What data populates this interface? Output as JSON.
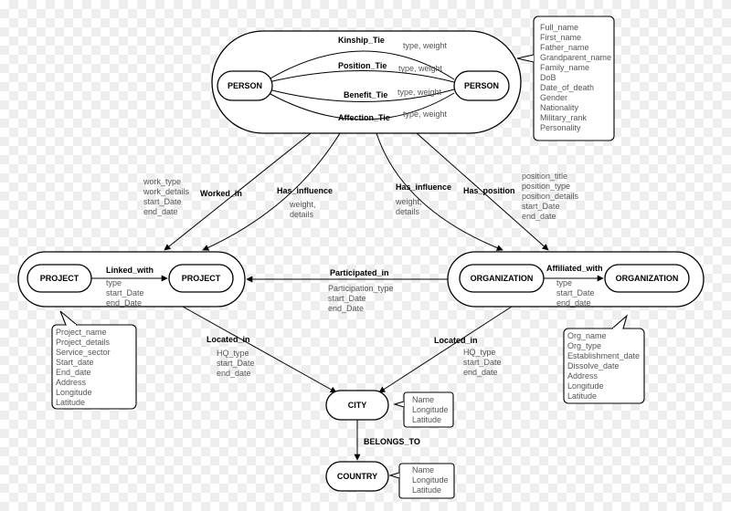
{
  "nodes": {
    "person_left": "PERSON",
    "person_right": "PERSON",
    "project_left": "PROJECT",
    "project_right": "PROJECT",
    "org_left": "ORGANIZATION",
    "org_right": "ORGANIZATION",
    "city": "CITY",
    "country": "COUNTRY"
  },
  "person_ties": [
    {
      "name": "Kinship_Tie",
      "attrs": "type, weight"
    },
    {
      "name": "Position_Tie",
      "attrs": "type, weight"
    },
    {
      "name": "Benefit_Tie",
      "attrs": "type, weight"
    },
    {
      "name": "Affection_Tie",
      "attrs": "type, weight"
    }
  ],
  "person_attributes": [
    "Full_name",
    "First_name",
    "Father_name",
    "Grandparent_name",
    "Family_name",
    "DoB",
    "Date_of_death",
    "Gender",
    "Nationality",
    "Military_rank",
    "Personality"
  ],
  "project_attributes": [
    "Project_name",
    "Project_details",
    "Service_sector",
    "Start_date",
    "End_date",
    "Address",
    "Longitude",
    "Latitude"
  ],
  "org_attributes": [
    "Org_name",
    "Org_type",
    "Establishment_date",
    "Dissolve_date",
    "Address",
    "Longitude",
    "Latitude"
  ],
  "city_attributes": [
    "Name",
    "Longitude",
    "Latitude"
  ],
  "country_attributes": [
    "Name",
    "Longitude",
    "Latitude"
  ],
  "edges": {
    "worked_in": {
      "label": "Worked_in",
      "attrs": [
        "work_type",
        "work_details",
        "start_Date",
        "end_date"
      ]
    },
    "has_influence_project": {
      "label": "Has_influence",
      "attrs": [
        "weight,",
        "details"
      ]
    },
    "has_influence_org": {
      "label": "Has_influence",
      "attrs": [
        "weight,",
        "details"
      ]
    },
    "has_position": {
      "label": "Has_position",
      "attrs": [
        "position_title",
        "position_type",
        "position_details",
        "start_Date",
        "end_date"
      ]
    },
    "linked_with": {
      "label": "Linked_with",
      "attrs": [
        "type",
        "start_Date",
        "end_Date"
      ]
    },
    "affiliated_with": {
      "label": "Affiliated_with",
      "attrs": [
        "type",
        "start_Date",
        "end_date"
      ]
    },
    "participated_in": {
      "label": "Participated_in",
      "attrs": [
        "Participation_type",
        "start_Date",
        "end_Date"
      ]
    },
    "located_in_project": {
      "label": "Located_in",
      "attrs": [
        "HQ_type",
        "start_Date",
        "end_date"
      ]
    },
    "located_in_org": {
      "label": "Located_in",
      "attrs": [
        "HQ_type",
        "start_Date",
        "end_date"
      ]
    },
    "belongs_to": {
      "label": "BELONGS_TO",
      "attrs": []
    }
  }
}
